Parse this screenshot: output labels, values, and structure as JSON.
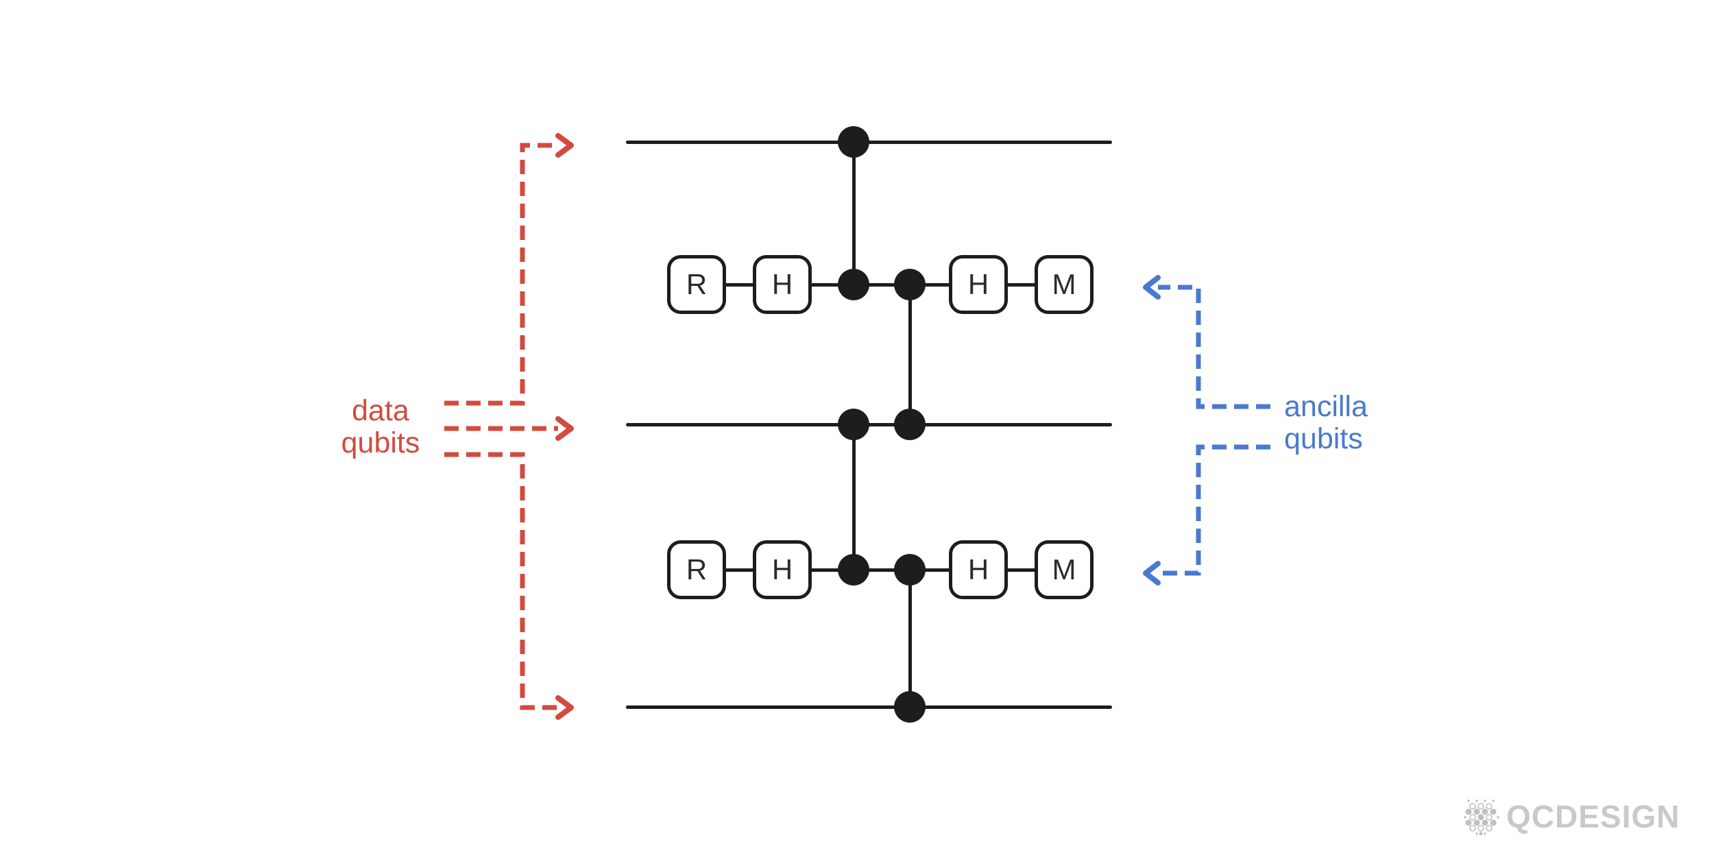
{
  "diagram": {
    "data_label": {
      "line1": "data",
      "line2": "qubits"
    },
    "ancilla_label": {
      "line1": "ancilla",
      "line2": "qubits"
    },
    "colors": {
      "data_accent": "#d24b3e",
      "ancilla_accent": "#4a79d0",
      "wire": "#1d1d1f",
      "gate_background": "#ffffff"
    },
    "gates": {
      "row1": {
        "g1": "R",
        "g2": "H",
        "g3": "H",
        "g4": "M"
      },
      "row2": {
        "g1": "R",
        "g2": "H",
        "g3": "H",
        "g4": "M"
      }
    }
  },
  "logo": {
    "text": "QCDESIGN",
    "color": "#c9c9c9"
  }
}
